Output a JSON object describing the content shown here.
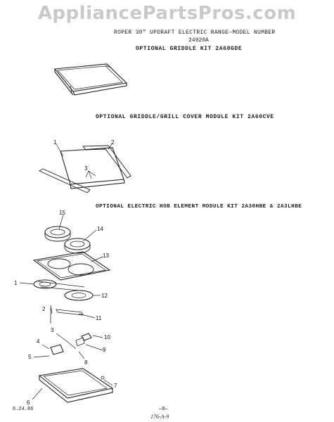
{
  "watermark": "AppliancePartsPros.com",
  "header": {
    "line1": "ROPER 30\" UPDRAFT ELECTRIC RANGE—MODEL NUMBER",
    "line2": "24920A",
    "kit1": "OPTIONAL GRIDDLE KIT 2A60GDE"
  },
  "kits": {
    "griddle_grill_cover": "OPTIONAL GRIDDLE/GRILL COVER MODULE KIT 2A60CVE",
    "hob_element": "OPTIONAL ELECTRIC HOB ELEMENT MODULE KIT 2A30HBE & 2A3LHBE"
  },
  "callouts": {
    "c1": "1",
    "c2": "2",
    "c3": "3",
    "h15": "15",
    "h14": "14",
    "h13": "13",
    "h1": "1",
    "h12": "12",
    "h2": "2",
    "h11": "11",
    "h3": "3",
    "h10": "10",
    "h4": "4",
    "h9": "9",
    "h5": "5",
    "h8": "8",
    "h7": "7",
    "h6": "6"
  },
  "footer": {
    "date": "6.24.86",
    "page": "—8—",
    "signature": "176-A-9"
  }
}
